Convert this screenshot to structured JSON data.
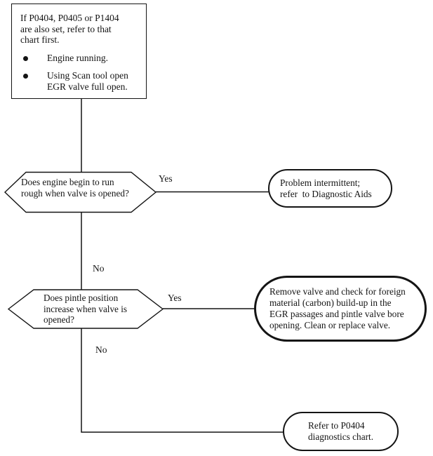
{
  "page": {
    "background": "#ffffff",
    "ink": "#141414"
  },
  "start_box": {
    "lines": [
      "If P0404, P0405 or P1404",
      "are also set, refer to that",
      "chart first."
    ],
    "bullets": [
      {
        "lines": [
          "Engine running."
        ]
      },
      {
        "lines": [
          "Using Scan tool open",
          "EGR valve full open."
        ]
      }
    ]
  },
  "decision_engine_rough": {
    "lines": [
      "Does engine begin to run",
      "rough when valve is opened?"
    ],
    "yes_label": "Yes",
    "no_label": "No"
  },
  "result_intermittent": {
    "lines": [
      "Problem intermittent;",
      "refer  to Diagnostic Aids"
    ]
  },
  "decision_pintle_position": {
    "lines": [
      "Does pintle position",
      "increase when valve is",
      "opened?"
    ],
    "yes_label": "Yes",
    "no_label": "No"
  },
  "result_remove_valve": {
    "lines": [
      "Remove valve and check for foreign",
      "material (carbon) build-up in the",
      "EGR passages and pintle valve bore",
      "opening. Clean or replace valve."
    ]
  },
  "result_refer_p0404": {
    "lines": [
      "Refer to P0404",
      "diagnostics chart."
    ]
  }
}
